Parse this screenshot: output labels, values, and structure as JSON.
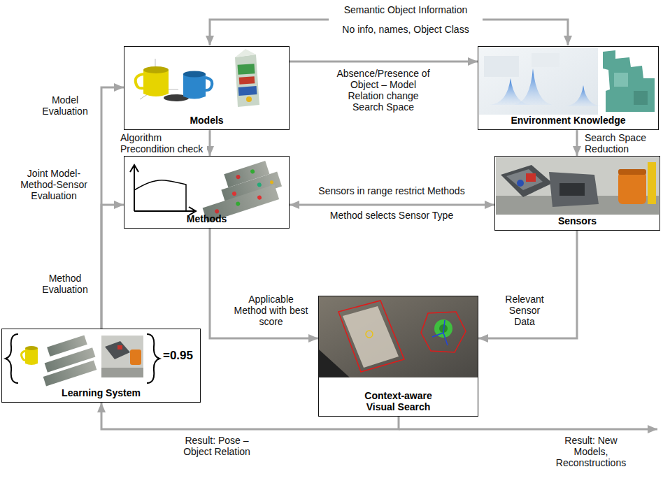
{
  "diagram": {
    "nodes": [
      {
        "text": [
          "Models"
        ]
      },
      {
        "text": [
          "Environment Knowledge"
        ]
      },
      {
        "text": [
          "Methods"
        ]
      },
      {
        "text": [
          "Sensors"
        ]
      },
      {
        "text": [
          "Context-aware Visual Search"
        ]
      },
      {
        "text": [
          "=0.95",
          "Learning System"
        ]
      }
    ],
    "edges": [
      {
        "from": 0,
        "to": 1,
        "arrow": "to",
        "label": "Absence/Presence of Object – Model Relation change Search Space"
      },
      {
        "from": 0,
        "to": 2,
        "arrow": "to",
        "label": "Algorithm Precondition check"
      },
      {
        "from": 1,
        "to": 3,
        "arrow": "to",
        "label": "Search Space Reduction"
      },
      {
        "from": 2,
        "to": 3,
        "arrow": "both",
        "label": "Sensors in range restrict Methods"
      },
      {
        "from": 2,
        "to": 4,
        "arrow": "to",
        "label": "Applicable Method with best score"
      },
      {
        "from": 3,
        "to": 4,
        "arrow": "to",
        "label": "Relevant Sensor Data"
      },
      {
        "from": 4,
        "to": 5,
        "arrow": "to",
        "label": "Result: Pose – Object Relation"
      },
      {
        "from": 5,
        "to": 0,
        "arrow": "to",
        "label": "Model Evaluation"
      },
      {
        "from": 5,
        "to": 2,
        "arrow": "to",
        "label": "Method Evaluation"
      }
    ],
    "labels": [
      "Semantic Object Information",
      "No info, names, Object Class",
      "Method selects Sensor Type",
      "Joint Model-Method-Sensor Evaluation",
      "Result: New Models, Reconstructions"
    ]
  }
}
